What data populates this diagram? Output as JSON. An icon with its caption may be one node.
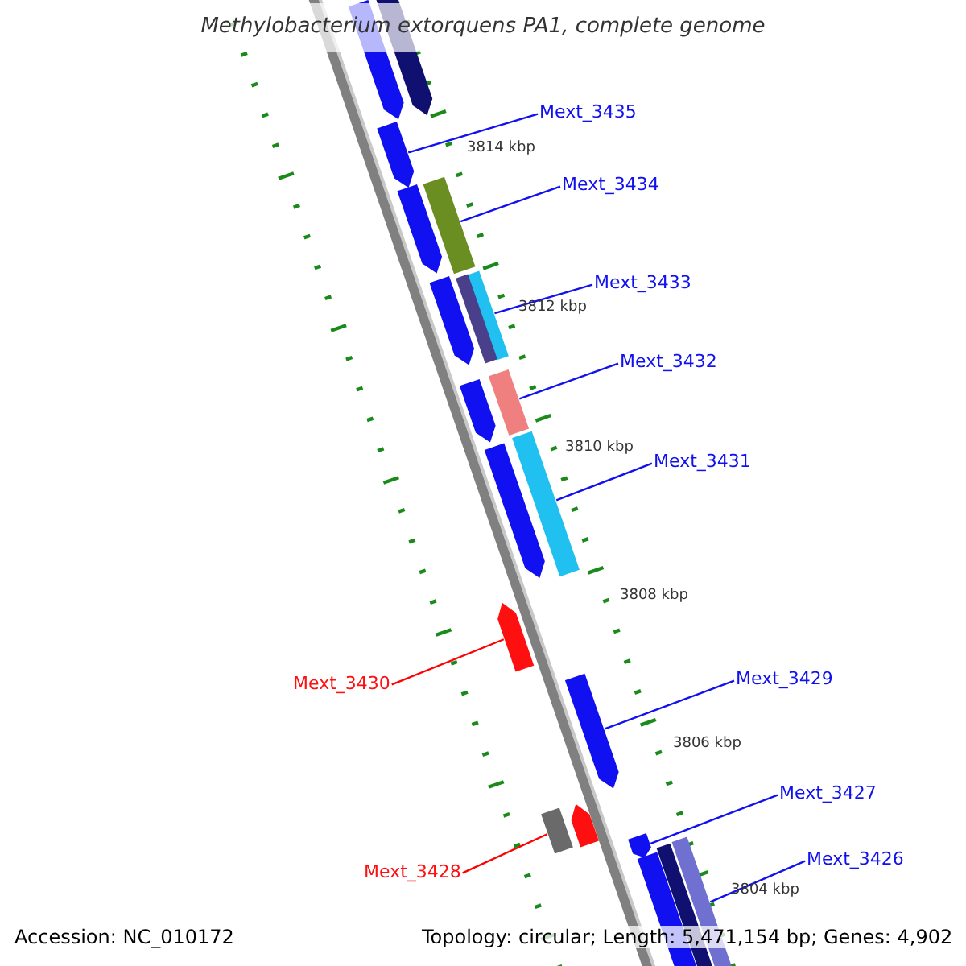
{
  "diagram": {
    "title": "Methylobacterium extorquens PA1, complete genome",
    "nodes": [
      {
        "text": [
          "Mext_3435"
        ]
      },
      {
        "text": [],
        "shape": "arrow"
      },
      {
        "text": [
          "Mext_3434"
        ]
      },
      {
        "text": [],
        "shape": "bar"
      },
      {
        "text": [
          "Mext_3433"
        ]
      },
      {
        "text": [],
        "shape": "bar"
      },
      {
        "text": [
          "Mext_3432"
        ]
      },
      {
        "text": [],
        "shape": "bar"
      },
      {
        "text": [
          "Mext_3431"
        ]
      },
      {
        "text": [],
        "shape": "bar"
      },
      {
        "text": [
          "Mext_3430"
        ]
      },
      {
        "text": [],
        "shape": "arrow"
      },
      {
        "text": [
          "Mext_3429"
        ]
      },
      {
        "text": [],
        "shape": "arrow"
      },
      {
        "text": [
          "Mext_3428"
        ]
      },
      {
        "text": [],
        "shape": "bar"
      },
      {
        "text": [
          "Mext_3427"
        ]
      },
      {
        "text": [],
        "shape": "arrow"
      },
      {
        "text": [
          "Mext_3426"
        ]
      },
      {
        "text": [],
        "shape": "bar"
      },
      {
        "text": [],
        "shape": "arrow"
      },
      {
        "text": [],
        "shape": "arrow"
      },
      {
        "text": [],
        "shape": "arrow"
      },
      {
        "text": [],
        "shape": "arrow"
      },
      {
        "text": [],
        "shape": "bar"
      },
      {
        "text": [],
        "shape": "arrow"
      },
      {
        "text": [],
        "shape": "arrow"
      },
      {
        "text": [],
        "shape": "arrow"
      },
      {
        "text": [],
        "shape": "arrow"
      },
      {
        "text": [],
        "shape": "bar"
      }
    ],
    "edges": [
      {
        "from": 0,
        "to": 1,
        "arrow": "none"
      },
      {
        "from": 2,
        "to": 3,
        "arrow": "none"
      },
      {
        "from": 4,
        "to": 5,
        "arrow": "none"
      },
      {
        "from": 6,
        "to": 7,
        "arrow": "none"
      },
      {
        "from": 8,
        "to": 9,
        "arrow": "none"
      },
      {
        "from": 10,
        "to": 11,
        "arrow": "none",
        "color": "#ff0000"
      },
      {
        "from": 12,
        "to": 13,
        "arrow": "none"
      },
      {
        "from": 14,
        "to": 15,
        "arrow": "none",
        "color": "#ff0000"
      },
      {
        "from": 16,
        "to": 17,
        "arrow": "none"
      },
      {
        "from": 18,
        "to": 19,
        "arrow": "none"
      }
    ],
    "labels": [
      "3814 kbp",
      "3812 kbp",
      "3810 kbp",
      "3808 kbp",
      "3806 kbp",
      "3804 kbp",
      "Accession: NC_010172",
      "Topology: circular; Length: 5,471,154 bp; Genes: 4,902"
    ]
  }
}
